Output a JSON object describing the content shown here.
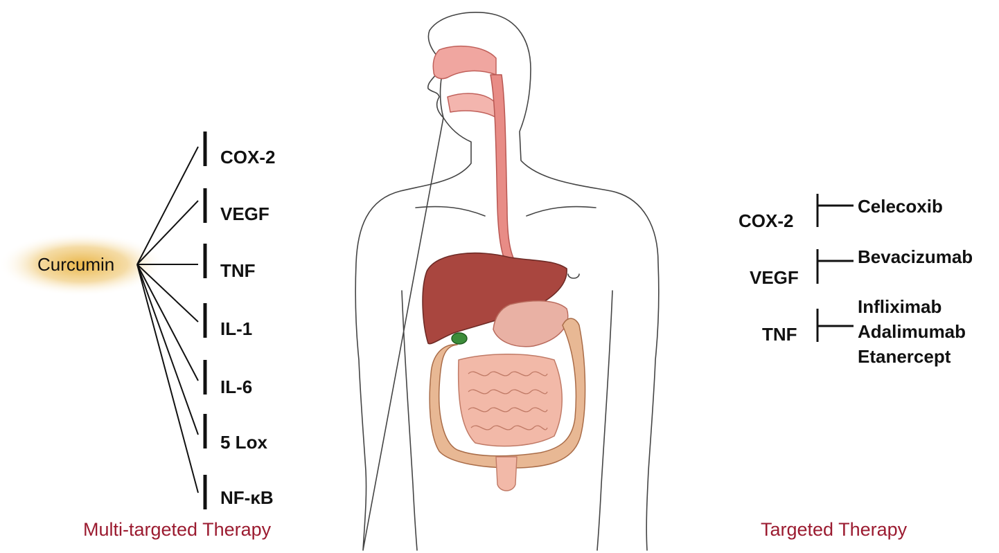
{
  "colors": {
    "caption": "#9b1b30",
    "glow": "#e8b13c",
    "text": "#111111",
    "organ_liver": "#a9463f",
    "organ_intestine": "#e9b39f",
    "organ_esophagus": "#e88c86"
  },
  "multi": {
    "source": "Curcumin",
    "targets": [
      "COX-2",
      "VEGF",
      "TNF",
      "IL-1",
      "IL-6",
      "5 Lox",
      "NF-κB"
    ],
    "caption": "Multi-targeted Therapy"
  },
  "targeted": {
    "rows": [
      {
        "target": "COX-2",
        "drugs": [
          "Celecoxib"
        ]
      },
      {
        "target": "VEGF",
        "drugs": [
          "Bevacizumab"
        ]
      },
      {
        "target": "TNF",
        "drugs": [
          "Infliximab",
          "Adalimumab",
          "Etanercept"
        ]
      }
    ],
    "caption": "Targeted Therapy"
  }
}
